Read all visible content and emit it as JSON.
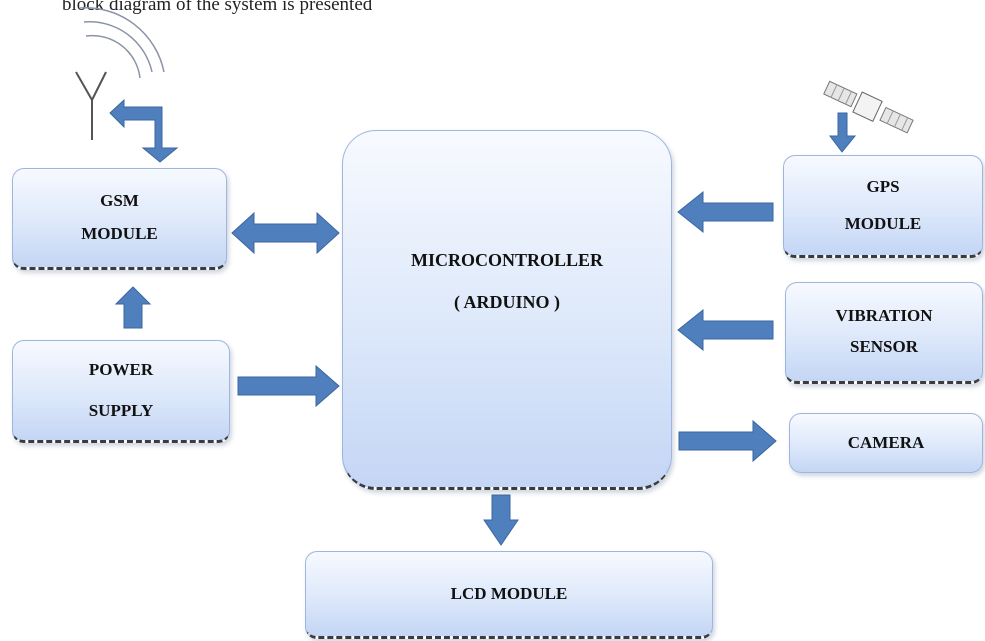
{
  "caption": "block diagram of the system is presented",
  "blocks": {
    "gsm": {
      "line1": "GSM",
      "line2": "MODULE"
    },
    "power": {
      "line1": "POWER",
      "line2": "SUPPLY"
    },
    "mcu": {
      "line1": "MICROCONTROLLER",
      "line2": "( ARDUINO )"
    },
    "gps": {
      "line1": "GPS",
      "line2": "MODULE"
    },
    "vibration": {
      "line1": "VIBRATION",
      "line2": "SENSOR"
    },
    "camera": {
      "line1": "CAMERA"
    },
    "lcd": {
      "line1": "LCD MODULE"
    }
  },
  "icons": [
    "antenna-icon",
    "signal-waves-icon",
    "satellite-icon"
  ],
  "colors": {
    "arrow_fill": "#4f80bd",
    "arrow_stroke": "#3a66a0",
    "block_top": "#f7faff",
    "block_bottom": "#c4d6f5"
  }
}
